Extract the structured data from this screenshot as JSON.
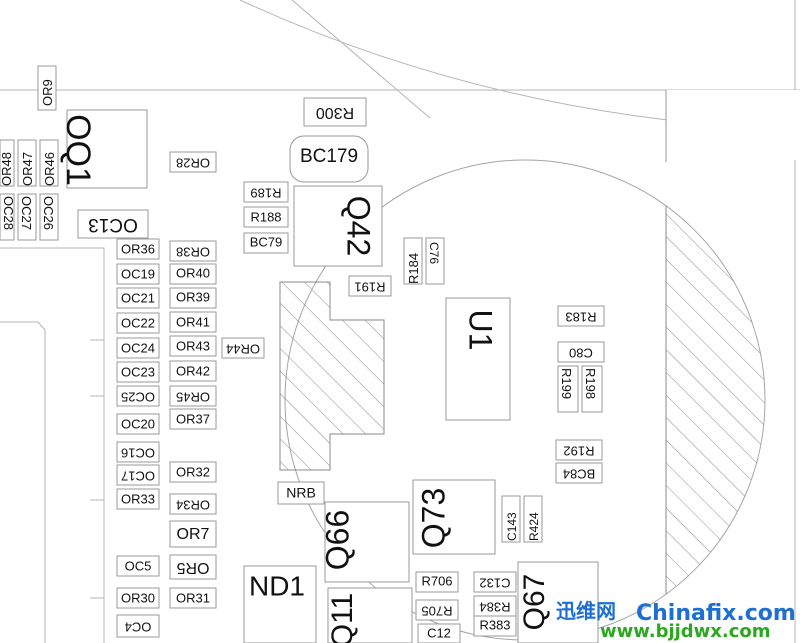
{
  "title": "Component placement diagram",
  "labels": {
    "OR9": "OR9",
    "R300": "R300",
    "BC179": "BC179",
    "OQ1": "OQ1",
    "OR48": "OR48",
    "OR47": "OR47",
    "OR46": "OR46",
    "OR28": "OR28",
    "OC28": "OC28",
    "OC27": "OC27",
    "OC26": "OC26",
    "OC13": "OC13",
    "R189": "R189",
    "R188": "R188",
    "BC79": "BC79",
    "Q42": "Q42",
    "R184": "R184",
    "C76": "C76",
    "R191": "R191",
    "OR36": "OR36",
    "OR38": "OR38",
    "OC19": "OC19",
    "OR40": "OR40",
    "OC21": "OC21",
    "OR39": "OR39",
    "OC22": "OC22",
    "OR41": "OR41",
    "OC24": "OC24",
    "OR43": "OR43",
    "OR44": "OR44",
    "OC23": "OC23",
    "OR42": "OR42",
    "OC25": "OC25",
    "OR45": "OR45",
    "OC20": "OC20",
    "OR37": "OR37",
    "OC16": "OC16",
    "OC17": "OC17",
    "OR32": "OR32",
    "OC33": "OR33",
    "OR34": "OR34",
    "OR7": "OR7",
    "OC5": "OC5",
    "OR5": "OR5",
    "OR30": "OR30",
    "OR31": "OR31",
    "OC4": "OC4",
    "U1": "U1",
    "R183": "R183",
    "C80": "C80",
    "R199": "R199",
    "R198": "R198",
    "R192": "R192",
    "BC84": "BC84",
    "NRB": "NRB",
    "Q66": "Q66",
    "Q73": "Q73",
    "C143": "C143",
    "R424": "R424",
    "ND1": "ND1",
    "R706": "R706",
    "C132": "C132",
    "R705": "R705",
    "R384": "R384",
    "R383": "R383",
    "Q67": "Q67",
    "Q11": "Q11",
    "C12": "C12"
  },
  "watermark": {
    "left": "迅维网",
    "right": "Chinafix.com",
    "url": "www.bjjdwx.com"
  },
  "colors": {
    "line": "#9a9a9a",
    "text": "#111111",
    "wm_blue": "#1d6fd1",
    "wm_green": "#2aa81f"
  }
}
